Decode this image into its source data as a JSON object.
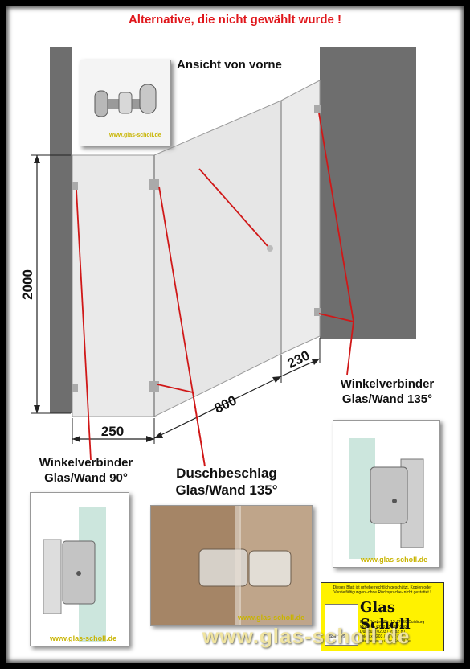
{
  "title": "Alternative, die nicht gewählt wurde !",
  "front_view_label": "Ansicht von vorne",
  "dimensions": {
    "height": "2000",
    "side": "250",
    "front": "800",
    "fixed": "230"
  },
  "labels": {
    "connector_90": {
      "line1": "Winkelverbinder",
      "line2": "Glas/Wand 90°"
    },
    "shower_fitting": {
      "line1": "Duschbeschlag",
      "line2": "Glas/Wand 135°"
    },
    "connector_135": {
      "line1": "Winkelverbinder",
      "line2": "Glas/Wand 135°"
    }
  },
  "watermark": "www.glas-scholl.de",
  "logo": {
    "company": "Glas Scholl",
    "seal_year": "seit 1727",
    "copyright_note": "Dieses Blatt ist urheberrechtlich geschützt. Kopien oder Vervielfältigungen -ohne Rücksprache- nicht gestattet !",
    "address1": "Paul-Rücker-Str. 12   47059 Duisburg",
    "address2": "Mülheim   0208 / 59 90 000",
    "address3": "Duisburg  0203 / 99 82 80",
    "address4": "Telefax  0203 / 99 82 811",
    "address5": "Internet  www.Glas-Scholl.de"
  },
  "site_watermark": "www.glas-scholl.de"
}
